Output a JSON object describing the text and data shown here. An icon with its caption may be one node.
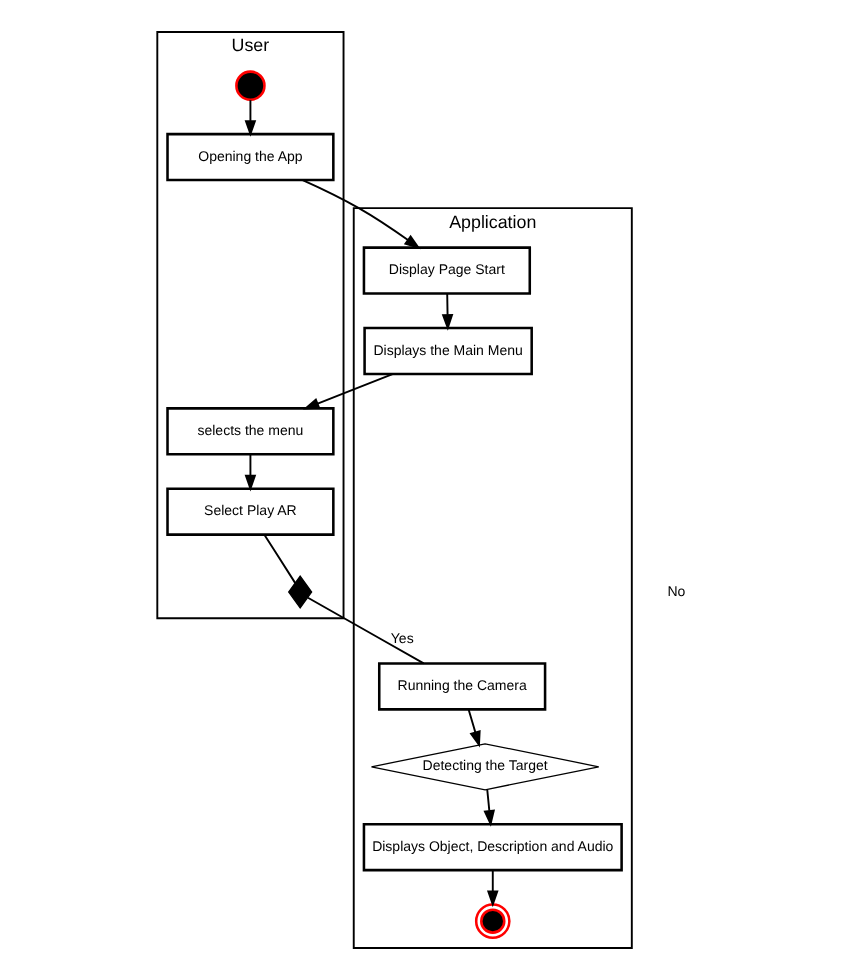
{
  "diagram": {
    "nodes": [
      {
        "text": [
          "User"
        ]
      },
      {
        "text": [
          "Application"
        ]
      },
      {
        "text": [],
        "shape": "circle",
        "in": 0
      },
      {
        "text": [
          "Opening the App"
        ],
        "in": 0
      },
      {
        "text": [
          "Display Page Start"
        ],
        "in": 1
      },
      {
        "text": [
          "Displays the Main Menu"
        ],
        "in": 1
      },
      {
        "text": [
          "selects the menu"
        ],
        "in": 0
      },
      {
        "text": [
          "Select Play AR"
        ],
        "in": 0
      },
      {
        "text": [],
        "shape": "diamond",
        "in": 0
      },
      {
        "text": [
          "Running the Camera"
        ],
        "in": 1
      },
      {
        "text": [
          "Detecting the Target"
        ],
        "in": 1
      },
      {
        "text": [
          "Displays Object, Description and Audio"
        ],
        "in": 1
      },
      {
        "text": [],
        "shape": "circle",
        "in": 1
      }
    ],
    "edges": [
      {
        "from": 2,
        "to": 3,
        "arrow": "to"
      },
      {
        "from": 3,
        "to": 4,
        "arrow": "to"
      },
      {
        "from": 4,
        "to": 5,
        "arrow": "to"
      },
      {
        "from": 5,
        "to": 6,
        "arrow": "to"
      },
      {
        "from": 6,
        "to": 7,
        "arrow": "to"
      },
      {
        "from": 7,
        "to": 8,
        "arrow": "none"
      },
      {
        "from": 8,
        "to": 9,
        "arrow": "none",
        "label": "Yes"
      },
      {
        "from": 9,
        "to": 10,
        "arrow": "to"
      },
      {
        "from": 10,
        "to": 11,
        "arrow": "to"
      },
      {
        "from": 11,
        "to": 12,
        "arrow": "to"
      }
    ],
    "labels": [
      "No"
    ]
  }
}
